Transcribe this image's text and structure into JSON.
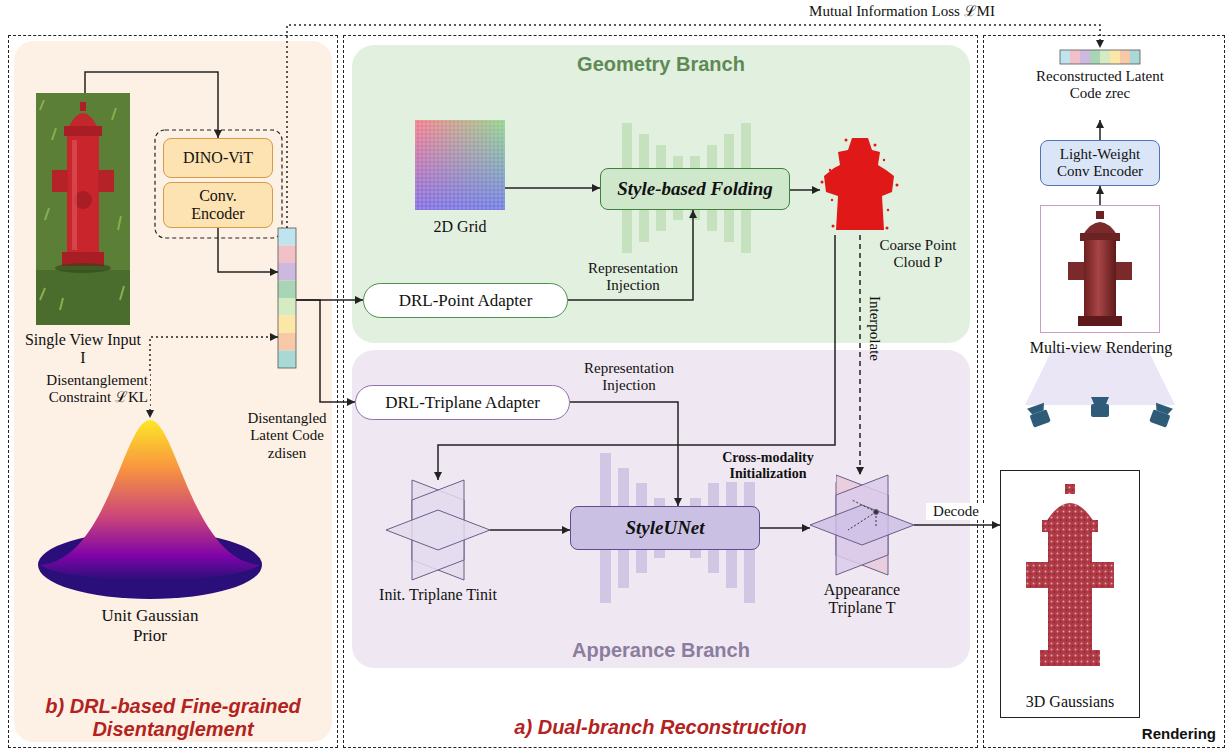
{
  "diagram": {
    "nodes": [
      {
        "text": [
          "b) DRL-based Fine-grained Disentanglement"
        ]
      },
      {
        "text": [
          "Single View Input I"
        ],
        "in": 0
      },
      {
        "text": [
          "DINO-ViT"
        ],
        "in": 0
      },
      {
        "text": [
          "Conv. Encoder"
        ],
        "in": 0
      },
      {
        "text": [
          "Disentangled Latent Code zdisen"
        ],
        "in": 0
      },
      {
        "text": [
          "Unit Gaussian Prior"
        ],
        "in": 0
      },
      {
        "text": [
          "a) Dual-branch Reconstruction"
        ]
      },
      {
        "text": [
          "Geometry Branch"
        ],
        "in": 6
      },
      {
        "text": [
          "2D Grid"
        ],
        "in": 7
      },
      {
        "text": [
          "Style-based Folding"
        ],
        "in": 7
      },
      {
        "text": [
          "Coarse Point Cloud P"
        ],
        "in": 7
      },
      {
        "text": [
          "DRL-Point Adapter"
        ],
        "in": 7
      },
      {
        "text": [
          "Apperance Branch"
        ],
        "in": 6
      },
      {
        "text": [
          "DRL-Triplane Adapter"
        ],
        "in": 12
      },
      {
        "text": [
          "Init. Triplane Tinit"
        ],
        "in": 12
      },
      {
        "text": [
          "StyleUNet"
        ],
        "in": 12
      },
      {
        "text": [
          "Appearance Triplane T"
        ],
        "in": 12
      },
      {
        "text": [
          "Rendering"
        ]
      },
      {
        "text": [
          "Reconstructed Latent Code zrec"
        ],
        "in": 17
      },
      {
        "text": [
          "Light-Weight Conv Encoder"
        ],
        "in": 17
      },
      {
        "text": [
          "Multi-view Rendering"
        ],
        "in": 17
      },
      {
        "text": [
          "3D Gaussians"
        ],
        "in": 17
      }
    ],
    "edges": [
      {
        "from": 1,
        "to": 2,
        "arrow": "to"
      },
      {
        "from": 3,
        "to": 4,
        "arrow": "to"
      },
      {
        "from": 4,
        "to": 5,
        "arrow": "both",
        "label": "Disentanglement Constraint ℒKL"
      },
      {
        "from": 4,
        "to": 11,
        "arrow": "to"
      },
      {
        "from": 4,
        "to": 13,
        "arrow": "to"
      },
      {
        "from": 8,
        "to": 9,
        "arrow": "to"
      },
      {
        "from": 11,
        "to": 9,
        "arrow": "to",
        "label": "Representation Injection"
      },
      {
        "from": 9,
        "to": 10,
        "arrow": "to"
      },
      {
        "from": 13,
        "to": 15,
        "arrow": "to",
        "label": "Representation Injection"
      },
      {
        "from": 10,
        "to": 14,
        "arrow": "to",
        "label": "Cross-modality Initialization"
      },
      {
        "from": 14,
        "to": 15,
        "arrow": "to"
      },
      {
        "from": 15,
        "to": 16,
        "arrow": "to"
      },
      {
        "from": 10,
        "to": 16,
        "arrow": "to",
        "label": "Interpolate"
      },
      {
        "from": 16,
        "to": 21,
        "arrow": "to",
        "label": "Decode"
      },
      {
        "from": 20,
        "to": 19,
        "arrow": "to"
      },
      {
        "from": 19,
        "to": 18,
        "arrow": "to"
      },
      {
        "from": 4,
        "to": 18,
        "arrow": "to",
        "label": "Mutual Information Loss ℒMI"
      }
    ]
  }
}
